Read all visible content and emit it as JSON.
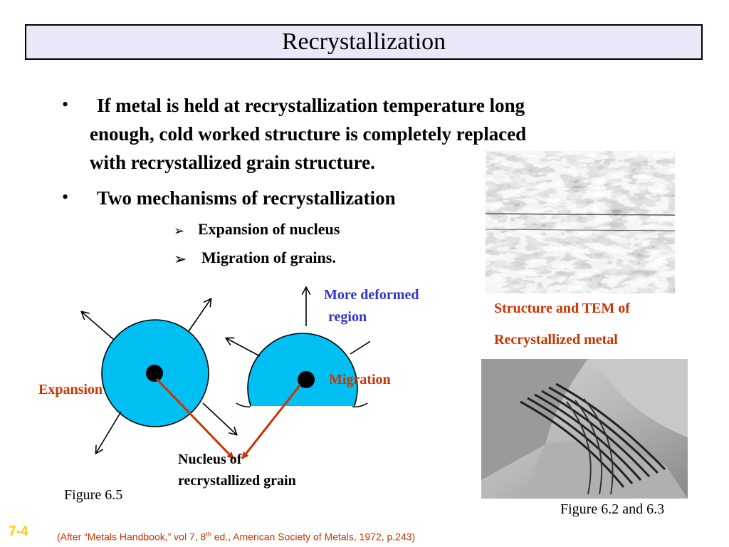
{
  "title": "Recrystallization",
  "bullets": [
    {
      "marker": "•",
      "lines": [
        "If metal is held at recrystallization temperature long",
        "enough, cold worked structure is completely replaced",
        "with recrystallized grain structure."
      ]
    },
    {
      "marker": "•",
      "lines": [
        "Two mechanisms of recrystallization"
      ]
    }
  ],
  "sub_bullets": [
    {
      "marker": "➢",
      "text": "Expansion of nucleus"
    },
    {
      "marker": "➢",
      "text": "Migration of grains."
    }
  ],
  "diagram": {
    "label_more_deformed": [
      "More deformed",
      "region"
    ],
    "label_migration": "Migration",
    "label_expansion": "Expansion",
    "label_nucleus": [
      "Nucleus of",
      "recrystallized grain"
    ],
    "caption": "Figure 6.5",
    "colors": {
      "grain_fill": "#00bff3",
      "arrow": "#cc3300",
      "outline": "#000000"
    }
  },
  "micrographs": {
    "caption_lines": [
      "Structure and TEM of",
      "Recrystallized metal"
    ],
    "caption_color": "#cc3300",
    "figure_caption": "Figure 6.2 and 6.3"
  },
  "footer": {
    "slide_number": "7-4",
    "reference_before": "(After “Metals Handbook,” vol 7, 8",
    "reference_sup": "th",
    "reference_after": " ed., American Society of Metals, 1972, p.243)"
  }
}
